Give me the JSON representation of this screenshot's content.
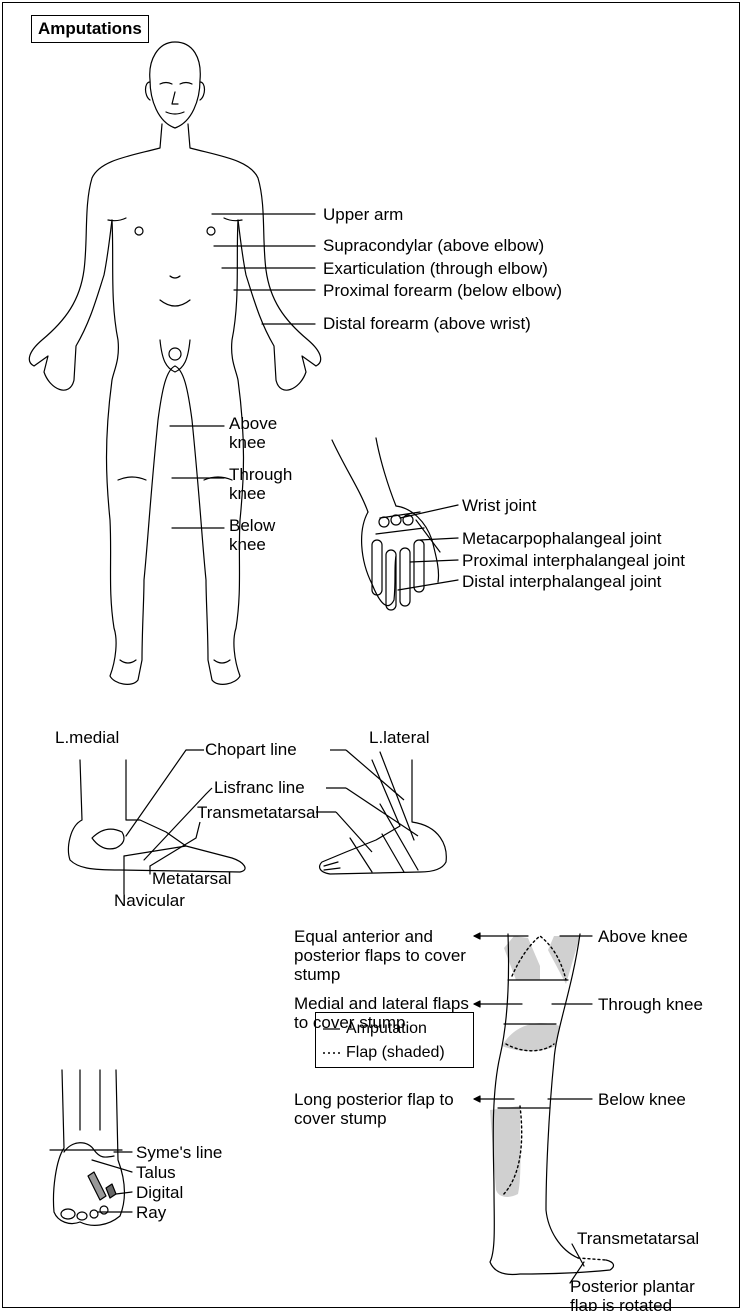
{
  "title": "Amputations",
  "body_labels": {
    "upper_arm": "Upper arm",
    "supracondylar": "Supracondylar (above elbow)",
    "exarticulation": "Exarticulation (through elbow)",
    "proximal_forearm": "Proximal forearm (below elbow)",
    "distal_forearm": "Distal forearm (above wrist)",
    "above_knee": "Above knee",
    "through_knee": "Through knee",
    "below_knee": "Below knee"
  },
  "hand_labels": {
    "wrist": "Wrist joint",
    "mcp": "Metacarpophalangeal joint",
    "pip": "Proximal interphalangeal joint",
    "dip": "Distal interphalangeal joint"
  },
  "foot_labels": {
    "medial": "L.medial",
    "lateral": "L.lateral",
    "chopart": "Chopart line",
    "lisfranc": "Lisfranc line",
    "transmetatarsal": "Transmetatarsal",
    "metatarsal": "Metatarsal",
    "navicular": "Navicular"
  },
  "leg_labels": {
    "flap_above": "Equal anterior and posterior flaps to cover stump",
    "above_knee": "Above knee",
    "flap_through": "Medial and lateral flaps to cover stump",
    "through_knee": "Through knee",
    "flap_below": "Long posterior flap to cover stump",
    "below_knee": "Below knee",
    "transmetatarsal": "Transmetatarsal",
    "flap_plantar": "Posterior plantar flap is rotated dorsally to cover stump"
  },
  "legend": {
    "amputation": "Amputation",
    "flap": "Flap (shaded)"
  },
  "foot_front_labels": {
    "symes": "Syme's line",
    "talus": "Talus",
    "digital": "Digital",
    "ray": "Ray"
  },
  "colors": {
    "shade": "#d0d0d0",
    "line": "#000000"
  }
}
